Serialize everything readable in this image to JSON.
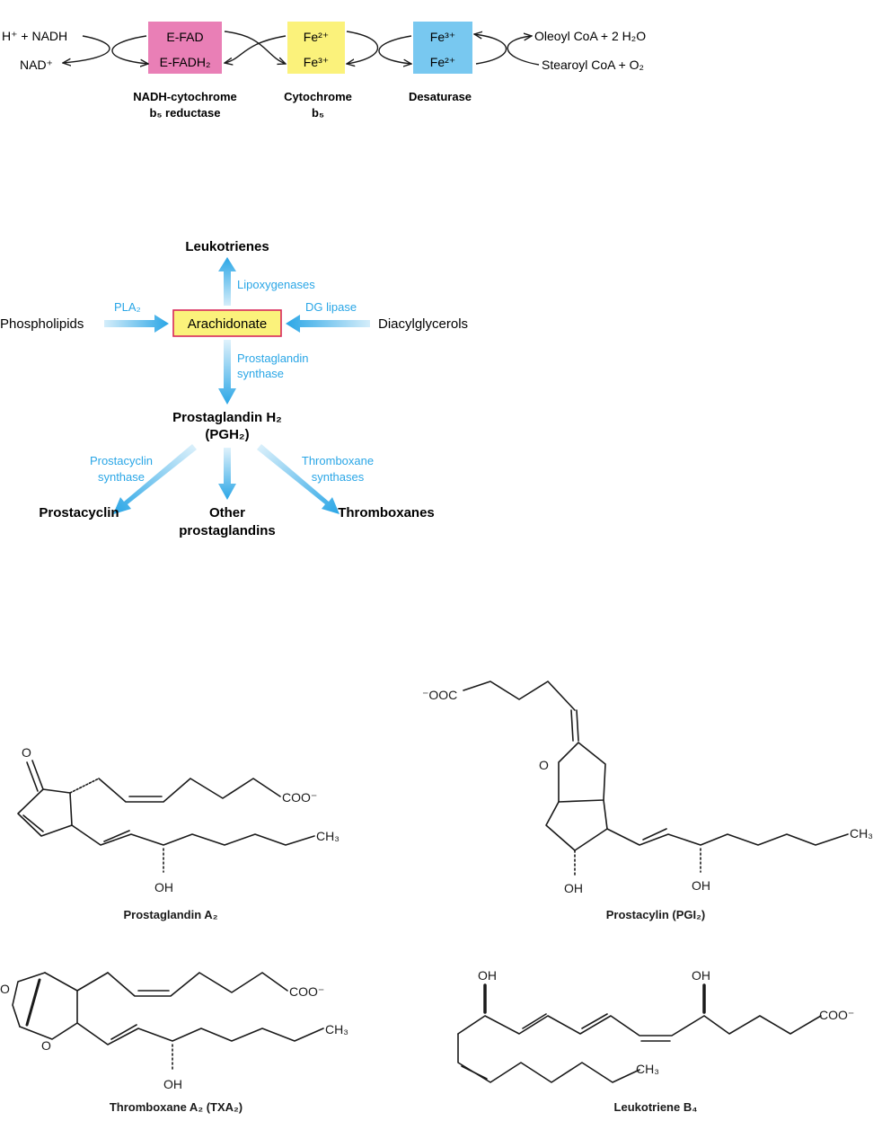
{
  "electron_transport": {
    "left_top": "H⁺ + NADH",
    "left_bottom": "NAD⁺",
    "box1_top": "E-FAD",
    "box1_bottom": "E-FADH₂",
    "box2_top": "Fe²⁺",
    "box2_bottom": "Fe³⁺",
    "box3_top": "Fe³⁺",
    "box3_bottom": "Fe²⁺",
    "right_top": "Oleoyl CoA + 2 H₂O",
    "right_bottom": "Stearoyl CoA + O₂",
    "label1_line1": "NADH-cytochrome",
    "label1_line2": "b₅ reductase",
    "label2_line1": "Cytochrome",
    "label2_line2": "b₅",
    "label3": "Desaturase",
    "colors": {
      "box1": "#e97fb6",
      "box2": "#fbf27b",
      "box3": "#78c8f0"
    }
  },
  "pathway": {
    "center": "Arachidonate",
    "top": "Leukotrienes",
    "top_enzyme": "Lipoxygenases",
    "left": "Phospholipids",
    "left_enzyme": "PLA₂",
    "right": "Diacylglycerols",
    "right_enzyme": "DG lipase",
    "down_enzyme_line1": "Prostaglandin",
    "down_enzyme_line2": "synthase",
    "pgh2_line1": "Prostaglandin H₂",
    "pgh2_line2": "(PGH₂)",
    "ll_enzyme_line1": "Prostacyclin",
    "ll_enzyme_line2": "synthase",
    "lr_enzyme_line1": "Thromboxane",
    "lr_enzyme_line2": "synthases",
    "out_left": "Prostacyclin",
    "out_mid_line1": "Other",
    "out_mid_line2": "prostaglandins",
    "out_right": "Thromboxanes",
    "colors": {
      "arrow": "#2aa6e6",
      "box_fill": "#fbf27b",
      "box_border": "#d8285a"
    }
  },
  "structures": {
    "pga2": {
      "name": "Prostaglandin A₂",
      "o": "O",
      "coo": "COO⁻",
      "ch3": "CH₃",
      "oh": "OH"
    },
    "pgi2": {
      "name": "Prostacylin (PGI₂)",
      "coo": "⁻OOC",
      "o": "O",
      "oh1": "OH",
      "oh2": "OH",
      "ch3": "CH₃"
    },
    "txa2": {
      "name": "Thromboxane A₂ (TXA₂)",
      "o1": "O",
      "o2": "O",
      "coo": "COO⁻",
      "ch3": "CH₃",
      "oh": "OH"
    },
    "ltb4": {
      "name": "Leukotriene B₄",
      "oh1": "OH",
      "oh2": "OH",
      "coo": "COO⁻",
      "ch3": "CH₃"
    }
  }
}
